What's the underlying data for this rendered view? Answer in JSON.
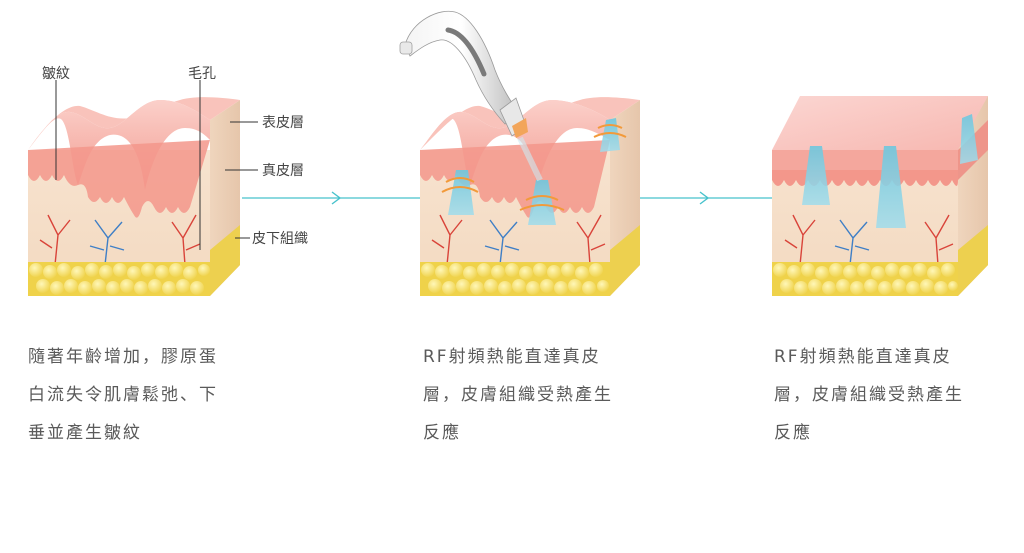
{
  "labels": {
    "wrinkle": "皺紋",
    "pore": "毛孔",
    "epidermis": "表皮層",
    "dermis": "真皮層",
    "subcutis": "皮下組織"
  },
  "captions": [
    {
      "lines": [
        "隨著年齡增加，膠原蛋",
        "白流失令肌膚鬆弛、下",
        "垂並產生皺紋"
      ]
    },
    {
      "lines": [
        "RF射頻熱能直達真皮",
        "層，皮膚組織受熱產生",
        "反應"
      ]
    },
    {
      "lines": [
        "RF射頻熱能直達真皮",
        "層，皮膚組織受熱產生",
        "反應"
      ]
    }
  ],
  "colors": {
    "epidermis": "#f5a39a",
    "dermis": "#f6e6d6",
    "fat": "#f1dc5a",
    "vessel_red": "#d9443a",
    "vessel_blue": "#3f7fc6",
    "collagen": "#8fd3e6",
    "arrow": "#47c2cc"
  },
  "icons": [
    "rf-handpiece-icon",
    "arrow-right-icon",
    "heat-wave-icon"
  ]
}
